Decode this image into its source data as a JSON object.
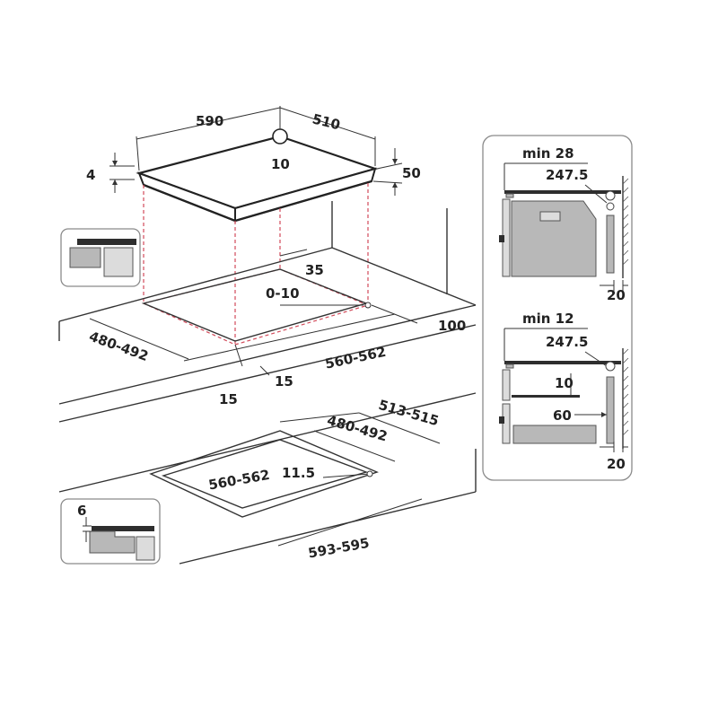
{
  "top_hob": {
    "width": "590",
    "depth": "510",
    "corner_radius": "10",
    "glass_thickness": "4",
    "overall_height": "50"
  },
  "counter_cutout": {
    "side_depth": "480-492",
    "front_width": "560-562",
    "rear_clearance": "35",
    "corner_tolerance": "0-10",
    "wall_clearance": "100",
    "front_margin_a": "15",
    "front_margin_b": "15"
  },
  "flush_cutout": {
    "inner_width": "560-562",
    "inner_depth": "480-492",
    "outer_depth": "513-515",
    "outer_width": "593-595",
    "radius": "11.5",
    "rebate_depth": "6"
  },
  "side_panel_top": {
    "min_gap": "min 28",
    "panel_dim": "247.5",
    "wall_gap": "20"
  },
  "side_panel_bottom": {
    "min_gap": "min 12",
    "panel_dim": "247.5",
    "shelf_gap": "10",
    "rear_gap": "60",
    "wall_gap": "20"
  }
}
